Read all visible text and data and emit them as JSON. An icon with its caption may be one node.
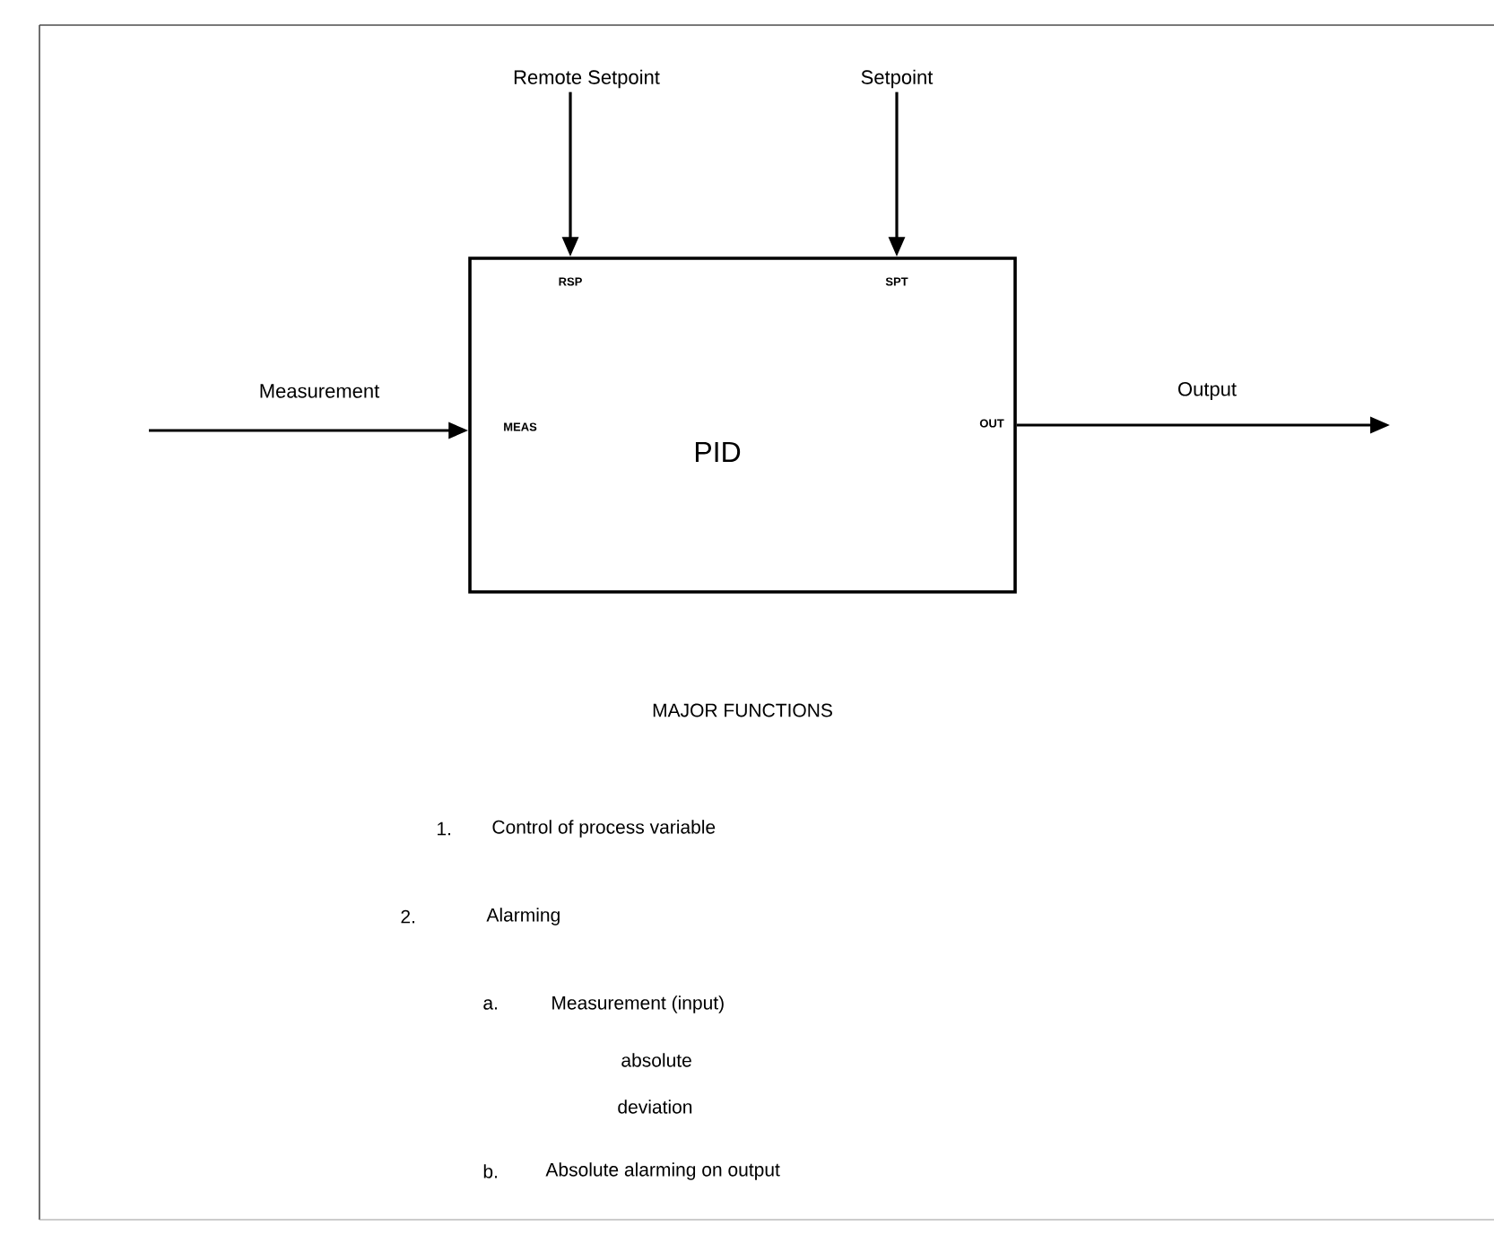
{
  "diagram": {
    "nodes": [
      {
        "text": [
          "PID",
          "RSP",
          "SPT",
          "MEAS",
          "OUT"
        ]
      },
      {
        "text": [
          "Remote Setpoint"
        ]
      },
      {
        "text": [
          "Setpoint"
        ]
      }
    ],
    "edges": [
      {
        "from": 1,
        "to": 0,
        "arrow": "to"
      },
      {
        "from": 2,
        "to": 0,
        "arrow": "to"
      },
      {
        "from": null,
        "to": 0,
        "arrow": "to",
        "label": "Measurement"
      },
      {
        "from": 0,
        "to": null,
        "arrow": "to",
        "label": "Output"
      }
    ],
    "labels": [
      "MAJOR FUNCTIONS",
      "1.",
      "Control of process variable",
      "2.",
      "Alarming",
      "a.",
      "Measurement (input)",
      "absolute",
      "deviation",
      "b.",
      "Absolute alarming on output"
    ]
  }
}
